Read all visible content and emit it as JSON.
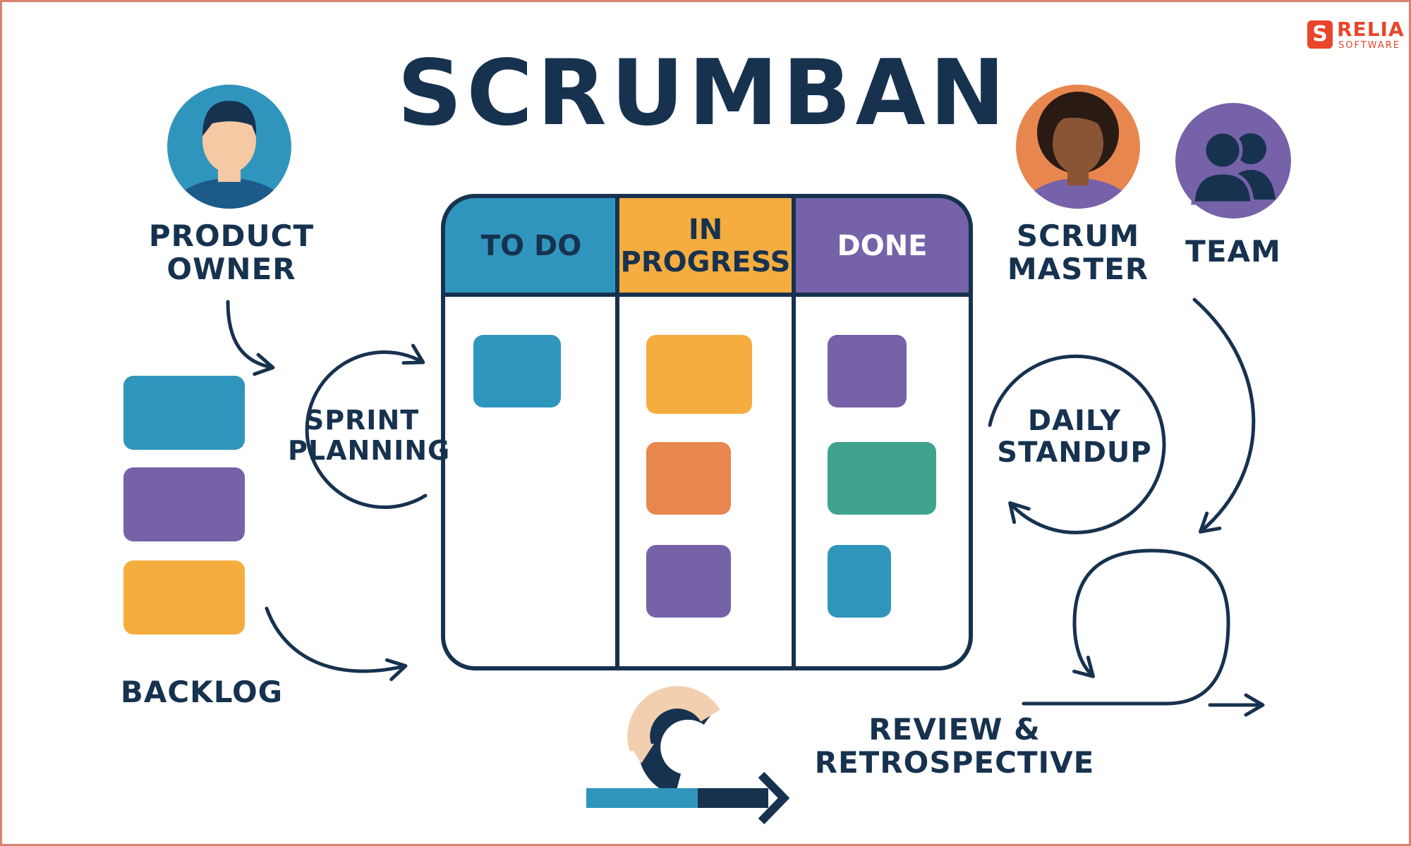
{
  "title": "SCRUMBAN",
  "roles": {
    "product_owner": "PRODUCT\nOWNER",
    "scrum_master": "SCRUM\nMASTER",
    "team": "TEAM"
  },
  "board": {
    "columns": [
      {
        "label": "TO DO",
        "color": "#3095bd"
      },
      {
        "label": "IN\nPROGRESS",
        "color": "#f5ad3f"
      },
      {
        "label": "DONE",
        "color": "#7562a8"
      }
    ]
  },
  "ceremonies": {
    "sprint_planning": "SPRINT\nPLANNING",
    "daily_standup": "DAILY\nSTANDUP",
    "review_retro": "REVIEW &\nRETROSPECTIVE"
  },
  "backlog": "BACKLOG",
  "logo": {
    "name": "RELIA",
    "sub": "SOFTWARE",
    "mark": "S"
  },
  "colors": {
    "navy": "#17324f",
    "blue": "#3095bd",
    "yellow": "#f5ad3f",
    "purple": "#7562a8",
    "orange": "#e8864f",
    "green": "#3fa38e",
    "accent_brand": "#e8452a",
    "avatar_orange": "#e8864f"
  },
  "icons": [
    "product-owner-avatar-icon",
    "scrum-master-avatar-icon",
    "team-group-icon",
    "cycle-arrow-icon"
  ]
}
